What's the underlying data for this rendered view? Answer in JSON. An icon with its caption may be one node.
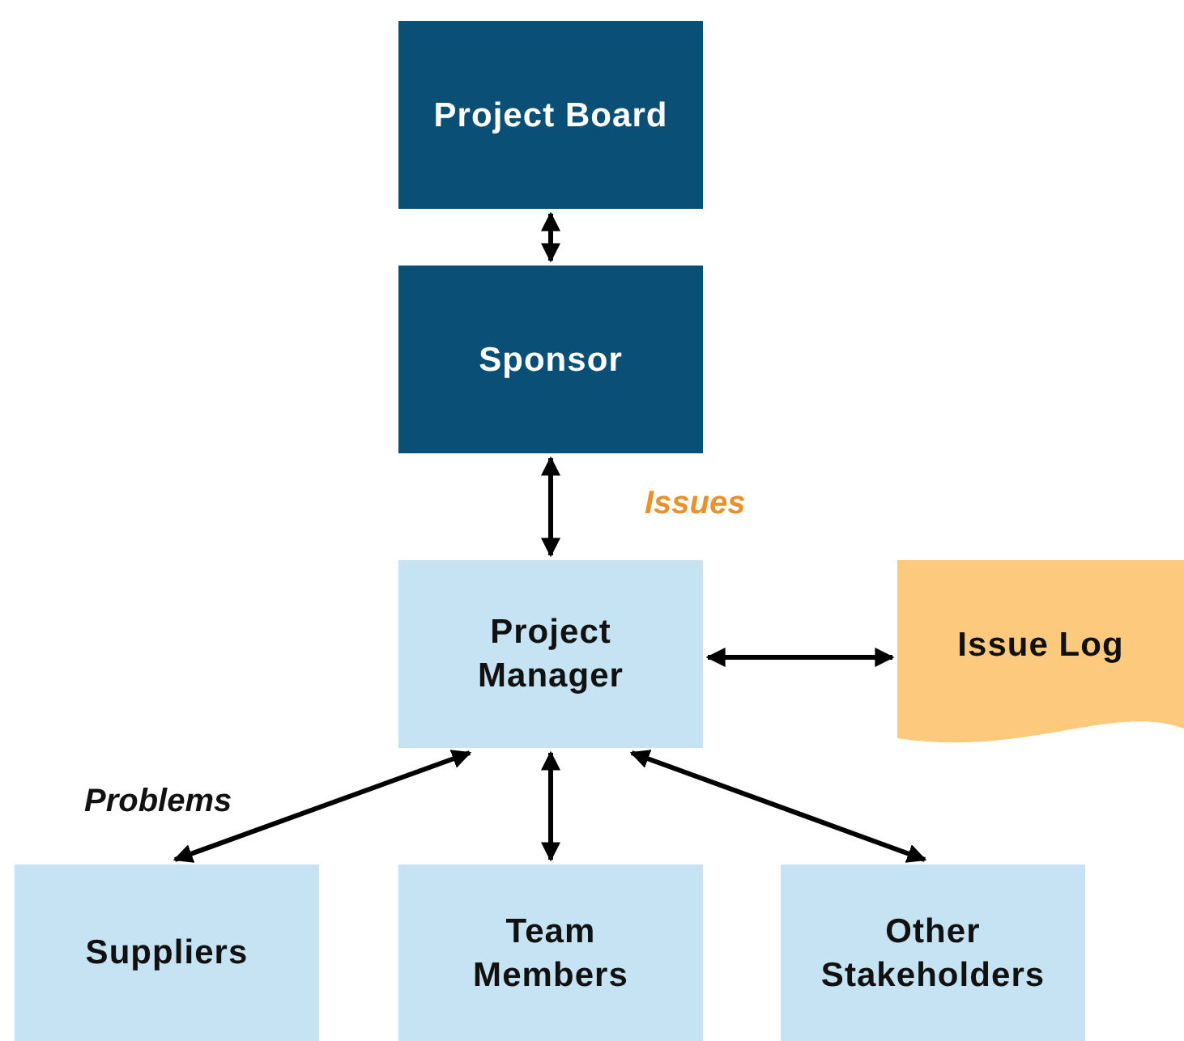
{
  "diagram": {
    "nodes": [
      {
        "text": [
          "Project Board"
        ]
      },
      {
        "text": [
          "Sponsor"
        ]
      },
      {
        "text": [
          "Project Manager"
        ]
      },
      {
        "text": [
          "Issue Log"
        ]
      },
      {
        "text": [
          "Suppliers"
        ]
      },
      {
        "text": [
          "Team Members"
        ]
      },
      {
        "text": [
          "Other Stakeholders"
        ]
      }
    ],
    "edges": [
      {
        "from": 0,
        "to": 1,
        "arrow": "both"
      },
      {
        "from": 1,
        "to": 2,
        "arrow": "both"
      },
      {
        "from": 2,
        "to": 3,
        "arrow": "both"
      },
      {
        "from": 2,
        "to": 4,
        "arrow": "both"
      },
      {
        "from": 2,
        "to": 5,
        "arrow": "both"
      },
      {
        "from": 2,
        "to": 6,
        "arrow": "both"
      }
    ],
    "labels": [
      "Issues",
      "Problems"
    ]
  }
}
